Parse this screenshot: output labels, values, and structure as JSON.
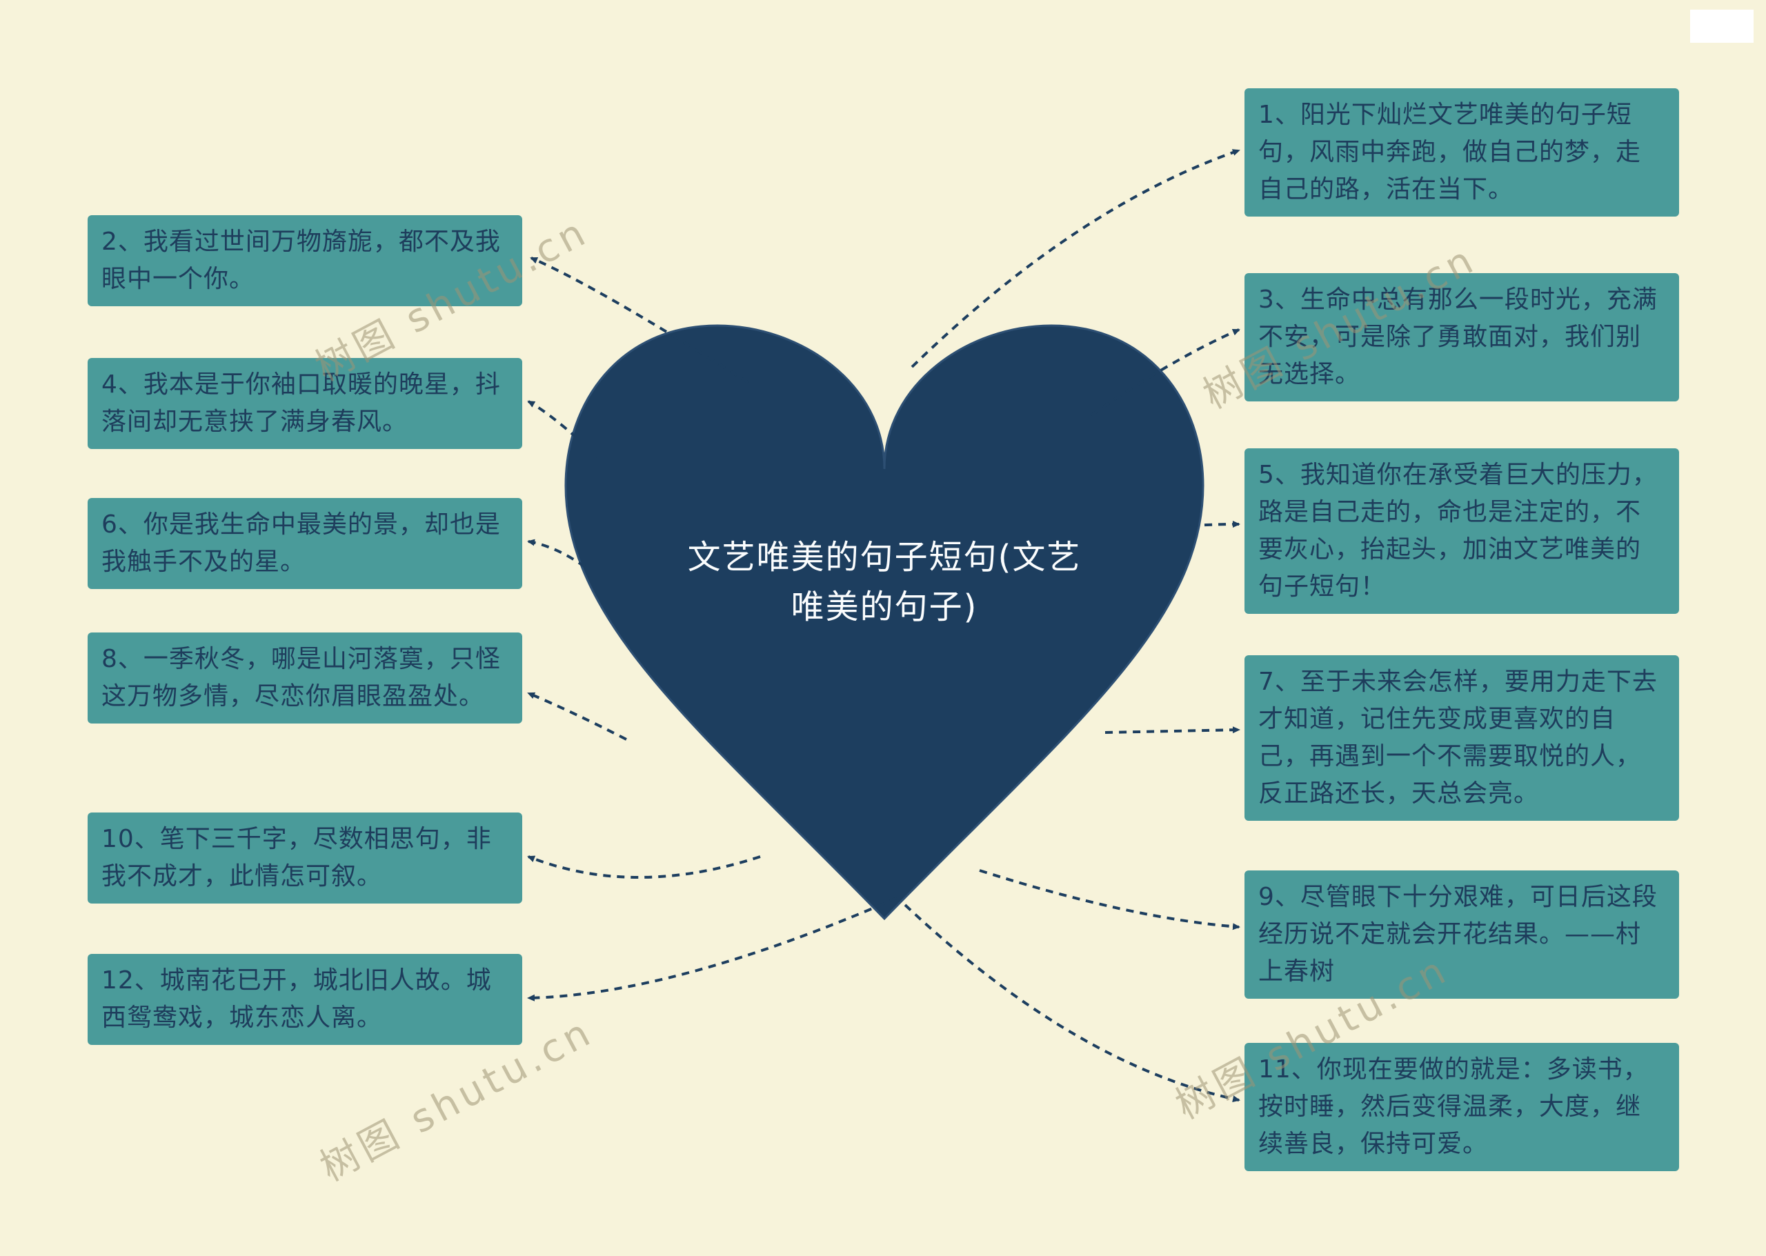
{
  "title": {
    "full": "文艺唯美的句子短句(文艺唯美的句子)",
    "line1": "文艺唯美的句子短句(文艺",
    "line2": "唯美的句子)"
  },
  "watermark": {
    "text": "树图 shutu.cn"
  },
  "nodes": {
    "left": [
      {
        "id": 2,
        "text": "2、我看过世间万物旖旎，都不及我眼中一个你。"
      },
      {
        "id": 4,
        "text": "4、我本是于你袖口取暖的晚星，抖落间却无意挟了满身春风。"
      },
      {
        "id": 6,
        "text": "6、你是我生命中最美的景，却也是我触手不及的星。"
      },
      {
        "id": 8,
        "text": "8、一季秋冬，哪是山河落寞，只怪这万物多情，尽恋你眉眼盈盈处。"
      },
      {
        "id": 10,
        "text": "10、笔下三千字，尽数相思句，非我不成才，此情怎可叙。"
      },
      {
        "id": 12,
        "text": "12、城南花已开，城北旧人故。城西鸳鸯戏，城东恋人离。"
      }
    ],
    "right": [
      {
        "id": 1,
        "text": "1、阳光下灿烂文艺唯美的句子短句，风雨中奔跑，做自己的梦，走自己的路，活在当下。"
      },
      {
        "id": 3,
        "text": "3、生命中总有那么一段时光，充满不安，可是除了勇敢面对，我们别无选择。"
      },
      {
        "id": 5,
        "text": "5、我知道你在承受着巨大的压力，路是自己走的，命也是注定的，不要灰心，抬起头，加油文艺唯美的句子短句！"
      },
      {
        "id": 7,
        "text": "7、至于未来会怎样，要用力走下去才知道，记住先变成更喜欢的自己，再遇到一个不需要取悦的人，反正路还长，天总会亮。"
      },
      {
        "id": 9,
        "text": "9、尽管眼下十分艰难，可日后这段经历说不定就会开花结果。——村上春树"
      },
      {
        "id": 11,
        "text": "11、你现在要做的就是：多读书，按时睡，然后变得温柔，大度，继续善良，保持可爱。"
      }
    ]
  },
  "colors": {
    "background": "#f7f3da",
    "node_fill": "#4a9b9a",
    "node_text": "#1e3d5c",
    "heart_fill": "#1d3e5f",
    "connector": "#1d3e5f",
    "title_text": "#fbfdfe"
  }
}
